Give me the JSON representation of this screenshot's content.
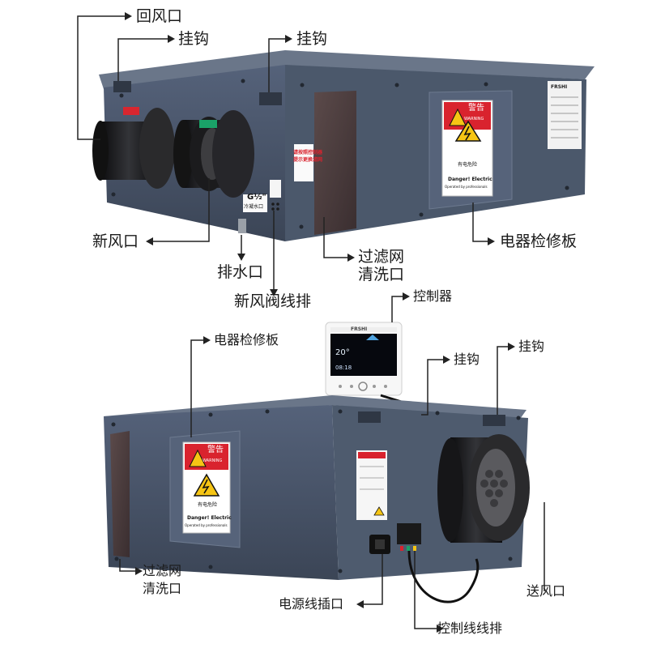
{
  "callouts": {
    "top": {
      "return_air": "回风口",
      "hook_left": "挂钩",
      "hook_right": "挂钩",
      "fresh_air": "新风口",
      "drain": "排水口",
      "fresh_valve_wiring": "新风阀线排",
      "filter_clean": "过滤网\n清洗口",
      "electrical_panel": "电器检修板"
    },
    "bottom": {
      "controller": "控制器",
      "hook_middle": "挂钩",
      "hook_right": "挂钩",
      "electrical_panel": "电器检修板",
      "filter_clean": "过滤网\n清洗口",
      "power_socket": "电源线插口",
      "control_wiring": "控制线线排",
      "supply_air": "送风口"
    }
  },
  "stickers": {
    "filter_notice": "请按照控制器\n提示更换滤网",
    "drain_size": "G½\"",
    "drain_label": "冷凝水口",
    "warning_title": "警告",
    "warning_sub": "WARNING",
    "warning_line1": "有电危险",
    "warning_line2": "Danger! Electric",
    "warning_line3": "Operated by professionals",
    "brand": "FRSHI"
  },
  "controller_screen": {
    "temp": "20°",
    "time": "08:18"
  },
  "colors": {
    "body": "#4a5668",
    "body_dark": "#3c4656",
    "body_top": "#5d6a7d",
    "duct": "#1e1e20",
    "green_tag": "#1aa268",
    "red_tag": "#d8262f",
    "warning_red": "#d9232e",
    "warning_yellow": "#f6c514"
  }
}
